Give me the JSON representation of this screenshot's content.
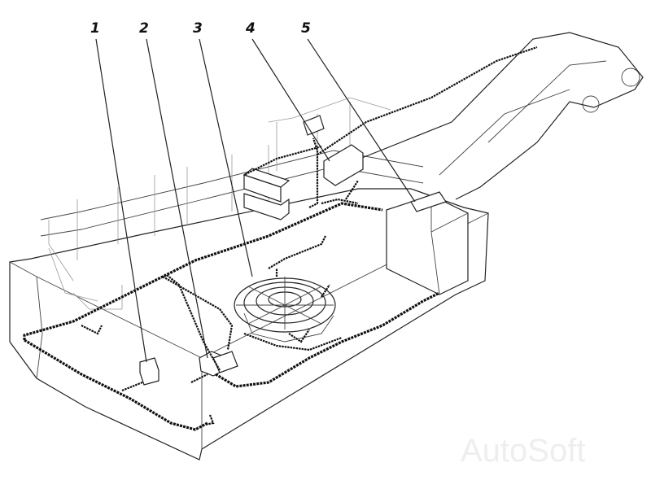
{
  "callouts": [
    {
      "id": "1",
      "label": "1"
    },
    {
      "id": "2",
      "label": "2"
    },
    {
      "id": "3",
      "label": "3"
    },
    {
      "id": "4",
      "label": "4"
    },
    {
      "id": "5",
      "label": "5"
    }
  ],
  "watermark": "AutoSoft",
  "colors": {
    "ink": "#222222",
    "background": "#ffffff",
    "watermark": "#eeeeee"
  }
}
